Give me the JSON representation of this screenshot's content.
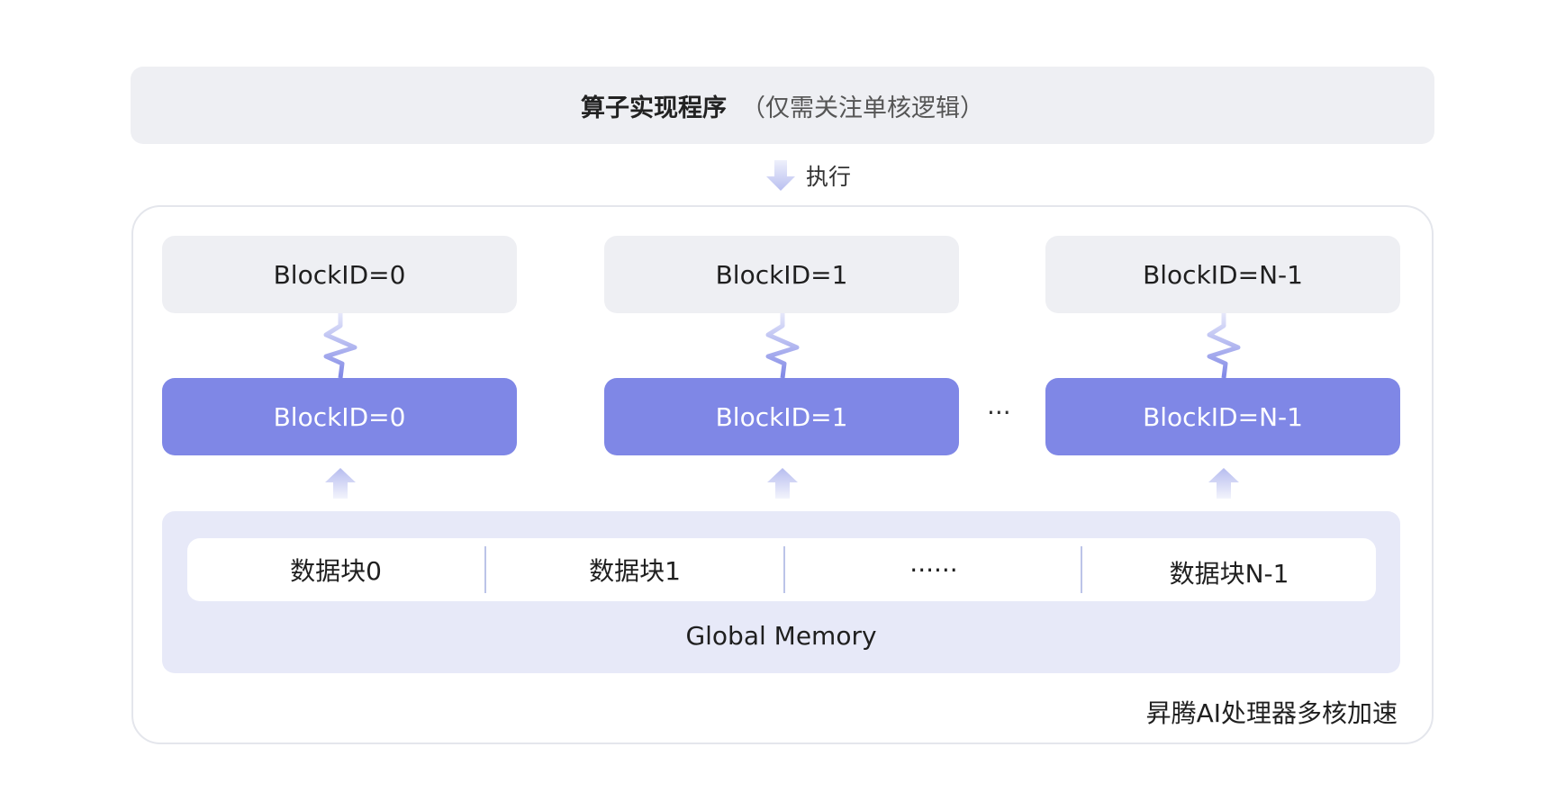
{
  "program": {
    "title": "算子实现程序",
    "note": "（仅需关注单核逻辑）"
  },
  "execute_label": "执行",
  "cores": [
    {
      "task_label": "BlockID=0",
      "core_label": "BlockID=0"
    },
    {
      "task_label": "BlockID=1",
      "core_label": "BlockID=1"
    },
    {
      "task_label": "BlockID=N-1",
      "core_label": "BlockID=N-1"
    }
  ],
  "core_ellipsis": "···",
  "global_memory": {
    "chunks": [
      "数据块0",
      "数据块1",
      "······",
      "数据块N-1"
    ],
    "label": "Global Memory"
  },
  "processor_label": "昇腾AI处理器多核加速",
  "colors": {
    "core_fill": "#7f87e6",
    "task_fill": "#eeeff3",
    "memory_fill": "#e7e9f8",
    "arrow": "#c4c9f2"
  }
}
